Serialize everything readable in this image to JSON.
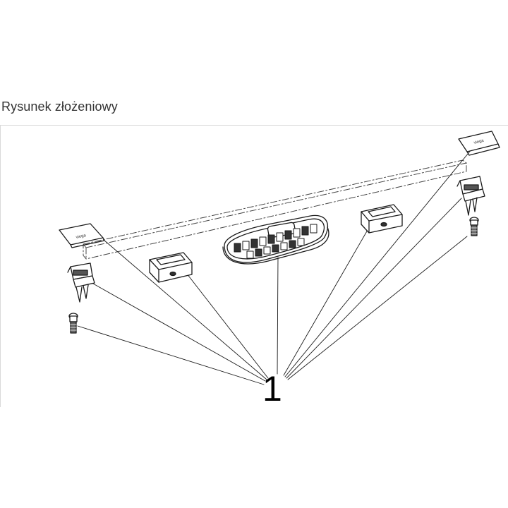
{
  "section_title": "Rysunek złożeniowy",
  "callout_number": "1",
  "brand_marks": [
    "viega",
    "viega"
  ],
  "colors": {
    "line": "#1a1a1a",
    "fill": "#ffffff",
    "shade": "#555555",
    "caption": "#333333"
  }
}
